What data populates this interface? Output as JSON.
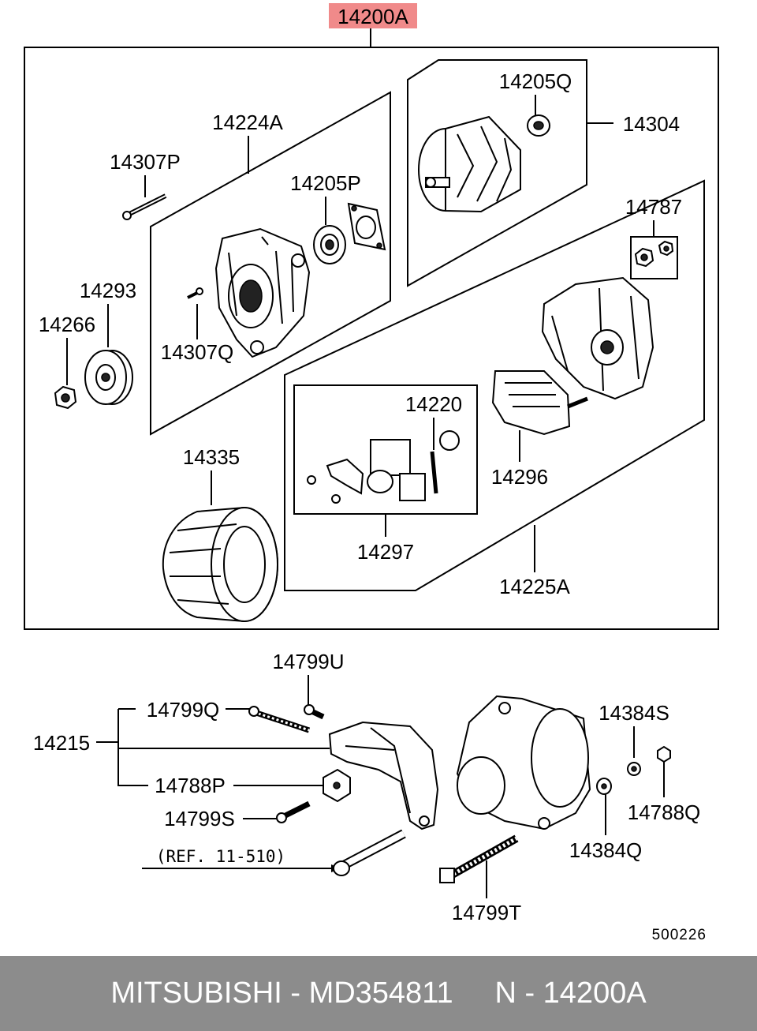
{
  "diagram": {
    "main_part": "14200A",
    "ref_code": "500226",
    "ref_note": "(REF. 11-510)",
    "labels": {
      "p14224A": "14224A",
      "p14307P": "14307P",
      "p14205P": "14205P",
      "p14205Q": "14205Q",
      "p14304": "14304",
      "p14787": "14787",
      "p14293": "14293",
      "p14266": "14266",
      "p14307Q": "14307Q",
      "p14220": "14220",
      "p14296": "14296",
      "p14335": "14335",
      "p14297": "14297",
      "p14225A": "14225A",
      "p14799U": "14799U",
      "p14799Q": "14799Q",
      "p14215": "14215",
      "p14788P": "14788P",
      "p14799S": "14799S",
      "p14384S": "14384S",
      "p14788Q": "14788Q",
      "p14384Q": "14384Q",
      "p14799T": "14799T"
    },
    "colors": {
      "highlight": "#f08a8a",
      "footer_bg": "#8c8c8c"
    }
  },
  "footer": {
    "brand": "MITSUBISHI",
    "separator": "-",
    "part_number": "MD354811",
    "n_label": "N - 14200A"
  }
}
